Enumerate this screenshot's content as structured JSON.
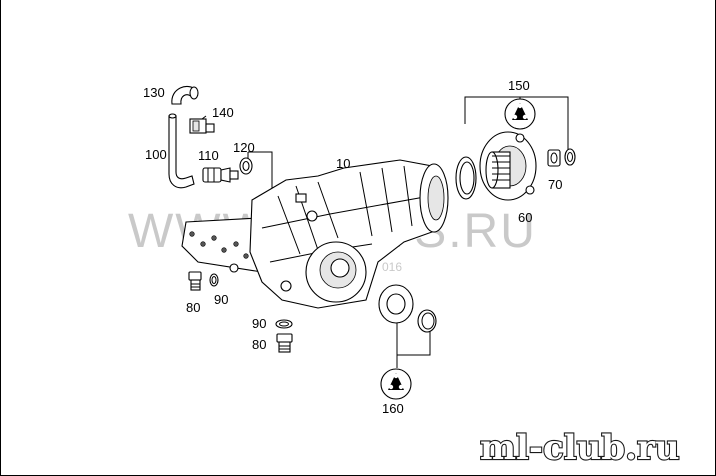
{
  "callouts": {
    "p10": "10",
    "p60": "60",
    "p70": "70",
    "p80a": "80",
    "p80b": "80",
    "p90a": "90",
    "p90b": "90",
    "p100": "100",
    "p110": "110",
    "p120": "120",
    "p130": "130",
    "p140": "140",
    "p150": "150",
    "p160": "160"
  },
  "watermark": {
    "main": "WWW.PARTS.RU",
    "code": "016"
  },
  "logo": {
    "text": "ml-club.ru"
  }
}
